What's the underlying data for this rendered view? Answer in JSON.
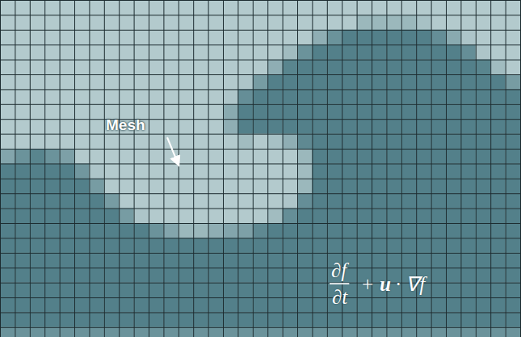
{
  "diagram": {
    "labels": [
      "Mesh",
      "∂f",
      "∂t",
      "+",
      "u",
      "·",
      "∇f"
    ]
  }
}
